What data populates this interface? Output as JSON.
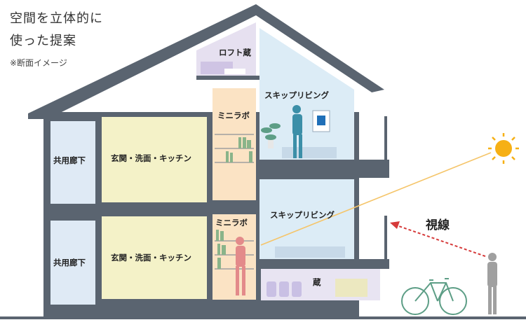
{
  "caption": {
    "line1": "空間を立体的に",
    "line2": "使った提案",
    "note": "※断面イメージ"
  },
  "rooms": {
    "loft": "ロフト蔵",
    "skip_living_upper": "スキップリビング",
    "mini_lab_upper": "ミニラボ",
    "corridor_upper": "共用廊下",
    "entrance_upper": "玄関・洗面・キッチン",
    "skip_living_lower": "スキップリビング",
    "mini_lab_lower": "ミニラボ",
    "corridor_lower": "共用廊下",
    "entrance_lower": "玄関・洗面・キッチン",
    "storage": "蔵"
  },
  "sightline": {
    "label": "視線"
  },
  "colors": {
    "structure": "#5a6470",
    "sky_room": "#dcecf6",
    "entrance_room": "#f4f2c8",
    "corridor_room": "#dfeaf5",
    "lab_room": "#fbe3c4",
    "loft_room": "#e6e0f0",
    "storage_room": "#e8e4f2",
    "sun": "#f6b015",
    "sightline": "#d63a3a",
    "sunray": "#f5c56a"
  },
  "icons": [
    "sun-icon",
    "bicycle-icon",
    "person-icon",
    "plant-icon"
  ]
}
